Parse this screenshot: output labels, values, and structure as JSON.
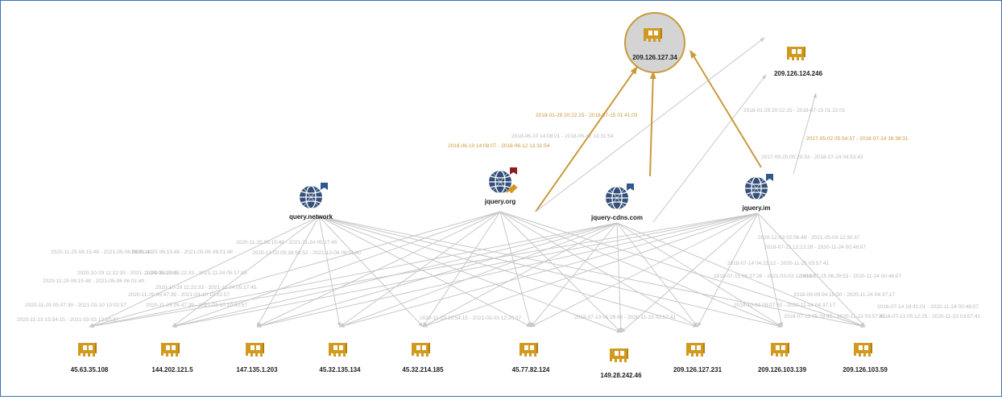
{
  "colors": {
    "ip_icon": "#d19a1e",
    "domain_icon": "#34507a",
    "highlight_edge": "#c99a3a",
    "edge": "#c8c8c8",
    "flag": "#2d5a8c",
    "flag_alt": "#8b1e1e"
  },
  "domains": [
    {
      "id": "d1",
      "label": "query.network",
      "icon": "globe-icon"
    },
    {
      "id": "d2",
      "label": "jquery.org",
      "icon": "globe-icon"
    },
    {
      "id": "d3",
      "label": "jquery-cdns.com",
      "icon": "globe-icon"
    },
    {
      "id": "d4",
      "label": "jquery.im",
      "icon": "globe-icon"
    }
  ],
  "top_ips": [
    {
      "id": "t1",
      "label": "209.126.127.34",
      "icon": "network-card-icon",
      "selected": true
    },
    {
      "id": "t2",
      "label": "209.126.124.246",
      "icon": "network-card-icon"
    }
  ],
  "bottom_ips": [
    {
      "id": "b1",
      "label": "45.63.35.108"
    },
    {
      "id": "b2",
      "label": "144.202.121.5"
    },
    {
      "id": "b3",
      "label": "147.135.1.203"
    },
    {
      "id": "b4",
      "label": "45.32.135.134"
    },
    {
      "id": "b5",
      "label": "45.32.214.185"
    },
    {
      "id": "b6",
      "label": "45.77.82.124"
    },
    {
      "id": "b7",
      "label": "149.28.242.46"
    },
    {
      "id": "b8",
      "label": "209.126.127.231"
    },
    {
      "id": "b9",
      "label": "209.126.103.139"
    },
    {
      "id": "b10",
      "label": "209.126.103.59"
    }
  ],
  "top_edges": [
    {
      "from": "d2",
      "to": "t1",
      "highlight": true,
      "label": "2018-01-29 20:22:15 - 2018-07-15 01:41:03"
    },
    {
      "from": "d2",
      "to": "t2",
      "highlight": false,
      "label": "2018-06-10 14:08:01 - 2018-06-12 13:31:54"
    },
    {
      "from": "d3",
      "to": "t1",
      "highlight": true,
      "label": "2018-06-10 14:08:07 - 2018-06-12 13:31:54"
    },
    {
      "from": "d3",
      "to": "t2",
      "highlight": false,
      "label": "2018-01-29 20:22:15 - 2018-07-15 01:22:01"
    },
    {
      "from": "d4",
      "to": "t1",
      "highlight": true,
      "label": "2017-05-02 05:54:37 - 2018-07-14 16:38:31"
    },
    {
      "from": "d4",
      "to": "t2",
      "highlight": false,
      "label": "2017-09-25 05:20:33 - 2018-07-14 04:53:43"
    }
  ],
  "bottom_edge_labels": [
    "2020-11-23 15:54:15 - 2021-03-03 12:20:37",
    "2020-11-29 05:47:39 - 2021-03-10 10:02:57",
    "2020-11-29 06:15:48 - 2021-05-06 06:01:40",
    "2020-10-29 11:22:33 - 2021-11-24 05:17:45",
    "2020-11-25 06:15:48 - 2021-05-06 06:01:40",
    "2020-10-29 11:22:33 - 2021-11-24 05:17:45",
    "2020-11-25 06:15:48 - 2021-05-06 06:01:48",
    "2020-12-03 05:38:59:52 - 2021-10-08 08:01:40",
    "2020-10-29 11:22:33 - 2021-11-24 05:17:45",
    "2020-11-29 05:47:39 - 2021-03-10 10:02:57",
    "2020-11-25 06:15:48 - 2021-11-24 05:17:45",
    "2020-11-29 05:47:39 - 2021-03-10 10:02:57",
    "2020-11-23 15:54:15 - 2021-03-03 12:20:37",
    "2018-07-13 05:29:45 - 2020-11-23 02:57:41",
    "2020-12-03 02:56:49 - 2021-05-03 12:30:37",
    "2018-07-15 12:12:28 - 2020-11-24 00:48:07",
    "2018-07-14 04:21:12 - 2020-11-25 03:57:41",
    "2018-07-15 06:37:28 - 2021-03-03 12:30:37",
    "2018-07-15 06:29:53 - 2020-11-24 00:48:07",
    "2018-09-09 04:15:50 - 2020-11-24 04:37:17",
    "2018-07-14 19:41:01 - 2020-11-24 00:48:07",
    "2018-10-03 09:07:50 - 2020-11-24 04:37:17",
    "2018-07-13 05:29:45 - 2020-11-23 03:57:41",
    "2018-07-13 05:12:25 - 2020-11-23 03:57:41"
  ]
}
